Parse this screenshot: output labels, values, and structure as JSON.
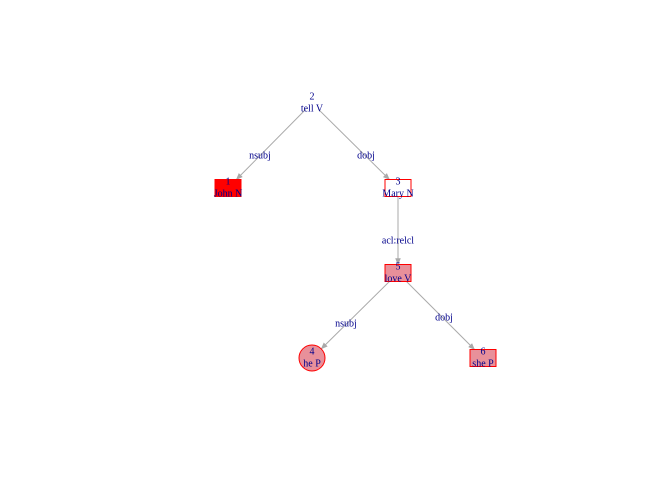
{
  "graph": {
    "colors": {
      "edge": "#a9a9a9",
      "label_text": "#00008b",
      "node_border": "#ff0000",
      "fill_red": "#ff0000",
      "fill_pink": "#e8909a",
      "fill_white": "#ffffff"
    },
    "nodes": [
      {
        "id": "2",
        "index": "2",
        "label": "tell V",
        "shape": "none",
        "fill": "none"
      },
      {
        "id": "1",
        "index": "1",
        "label": "John N",
        "shape": "rect",
        "fill": "fill_red"
      },
      {
        "id": "3",
        "index": "3",
        "label": "Mary N",
        "shape": "rect",
        "fill": "fill_white"
      },
      {
        "id": "5",
        "index": "5",
        "label": "love V",
        "shape": "rect",
        "fill": "fill_pink"
      },
      {
        "id": "4",
        "index": "4",
        "label": "he P",
        "shape": "circle",
        "fill": "fill_pink"
      },
      {
        "id": "6",
        "index": "6",
        "label": "she P",
        "shape": "rect",
        "fill": "fill_pink"
      }
    ],
    "edges": [
      {
        "from": "2",
        "to": "1",
        "label": "nsubj"
      },
      {
        "from": "2",
        "to": "3",
        "label": "dobj"
      },
      {
        "from": "3",
        "to": "5",
        "label": "acl:relcl"
      },
      {
        "from": "5",
        "to": "4",
        "label": "nsubj"
      },
      {
        "from": "5",
        "to": "6",
        "label": "dobj"
      }
    ]
  }
}
